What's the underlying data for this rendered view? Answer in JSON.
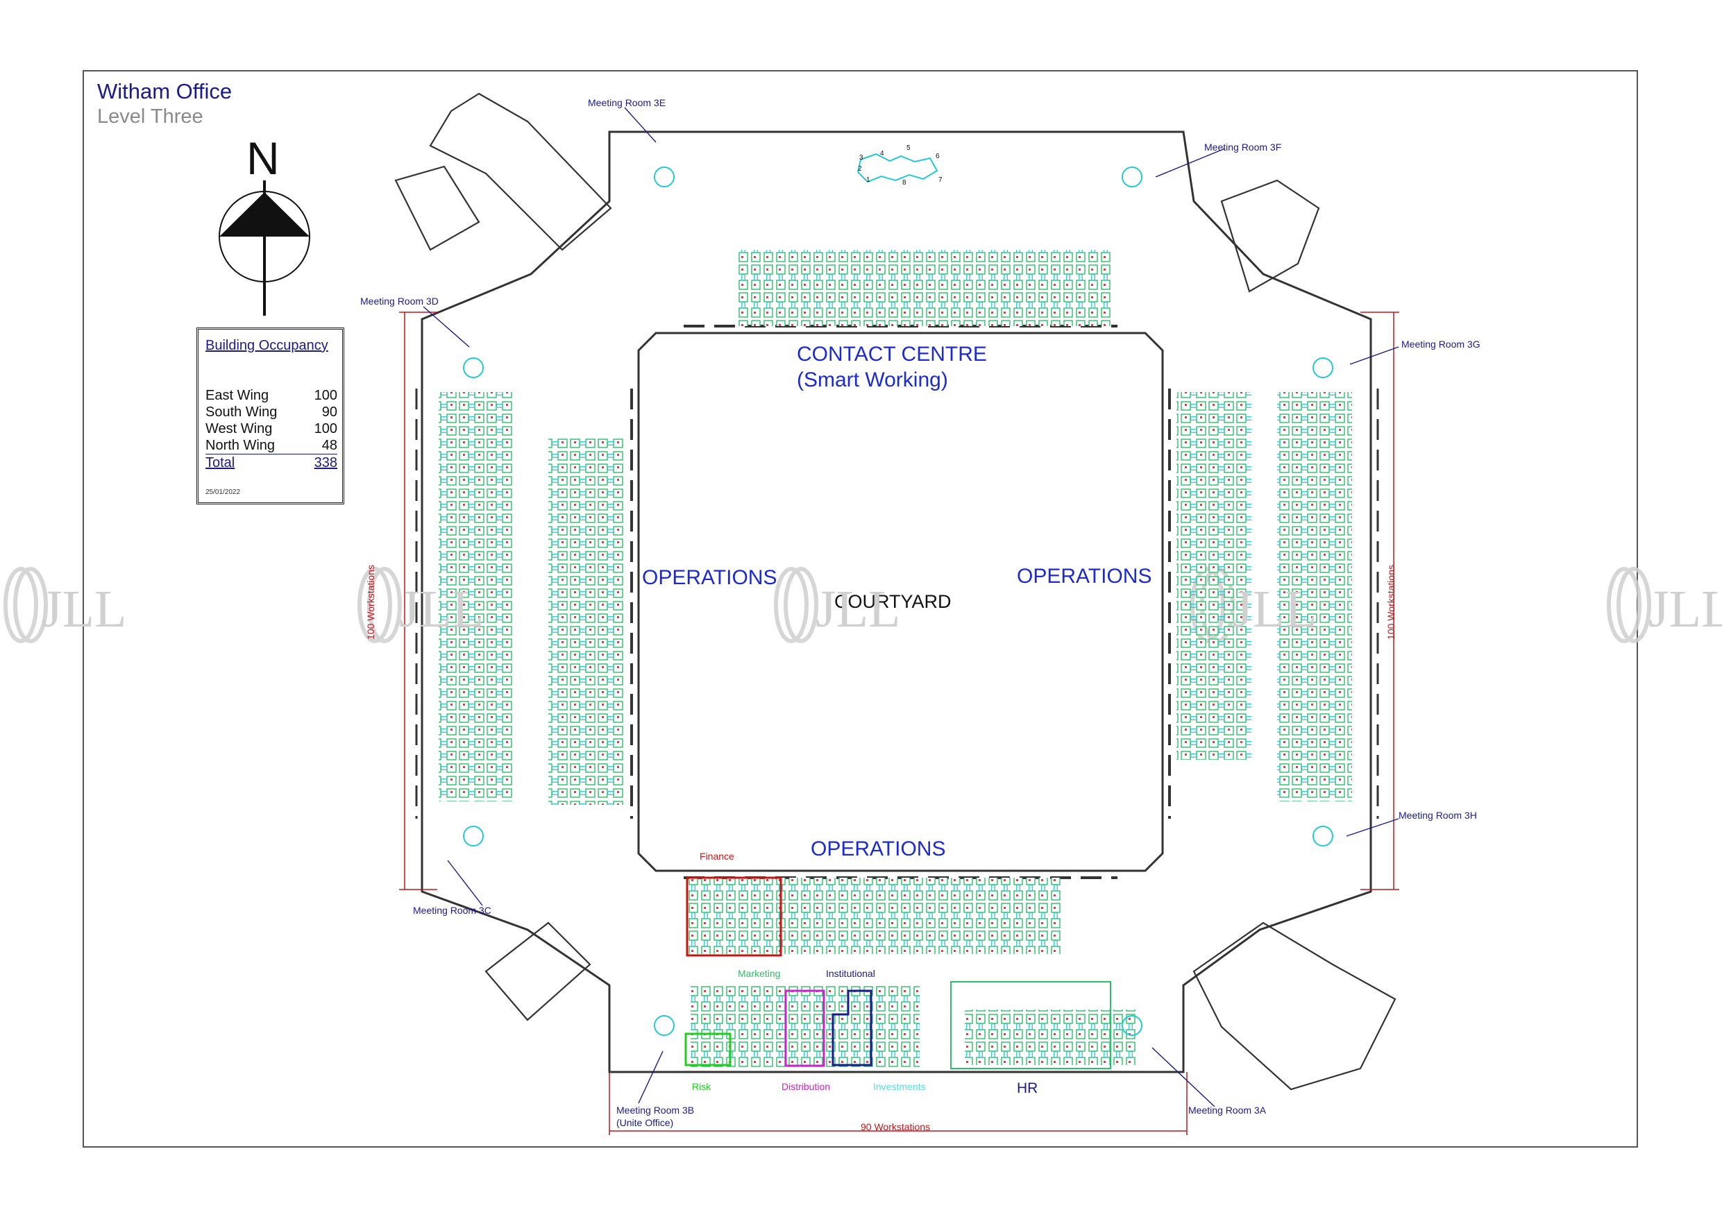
{
  "header": {
    "title": "Witham Office",
    "subtitle": "Level Three"
  },
  "compass": {
    "label": "N"
  },
  "occupancy": {
    "heading": "Building Occupancy",
    "rows": [
      {
        "label": "East Wing",
        "value": "100"
      },
      {
        "label": "South Wing",
        "value": "90"
      },
      {
        "label": "West Wing",
        "value": "100"
      },
      {
        "label": "North Wing",
        "value": "48"
      }
    ],
    "total": {
      "label": "Total",
      "value": "338"
    },
    "date": "25/01/2022"
  },
  "zones": {
    "contact_centre": "CONTACT CENTRE",
    "smart_working": "(Smart Working)",
    "operations_west": "OPERATIONS",
    "operations_east": "OPERATIONS",
    "operations_south": "OPERATIONS",
    "courtyard": "COURTYARD"
  },
  "rooms": {
    "r3a": "Meeting Room 3A",
    "r3b": "Meeting Room 3B",
    "r3b_sub": "(Unite Office)",
    "r3c": "Meeting Room 3C",
    "r3d": "Meeting Room 3D",
    "r3e": "Meeting Room 3E",
    "r3f": "Meeting Room 3F",
    "r3g": "Meeting Room 3G",
    "r3h": "Meeting Room 3H"
  },
  "departments": {
    "finance": {
      "label": "Finance",
      "color": "#cc1111"
    },
    "marketing": {
      "label": "Marketing",
      "color": "#33bb66"
    },
    "institutional": {
      "label": "Institutional",
      "color": "#1a1a8c"
    },
    "risk": {
      "label": "Risk",
      "color": "#22cc22"
    },
    "distribution": {
      "label": "Distribution",
      "color": "#cc22cc"
    },
    "investments": {
      "label": "Investments",
      "color": "#55dddd"
    },
    "hr": {
      "label": "HR",
      "color": "#1a1a8c"
    }
  },
  "dimensions": {
    "west": "100 Workstations",
    "east": "100 Workstations",
    "south": "90 Workstations"
  },
  "watermark": "JLL",
  "colors": {
    "desk": "#33cc66",
    "chair": "#22c8d8",
    "wall": "#333333",
    "dimension": "#c0161a",
    "accent": "#cc22cc"
  },
  "meeting_table_numbers": [
    "1",
    "2",
    "3",
    "4",
    "5",
    "6",
    "7",
    "8"
  ]
}
